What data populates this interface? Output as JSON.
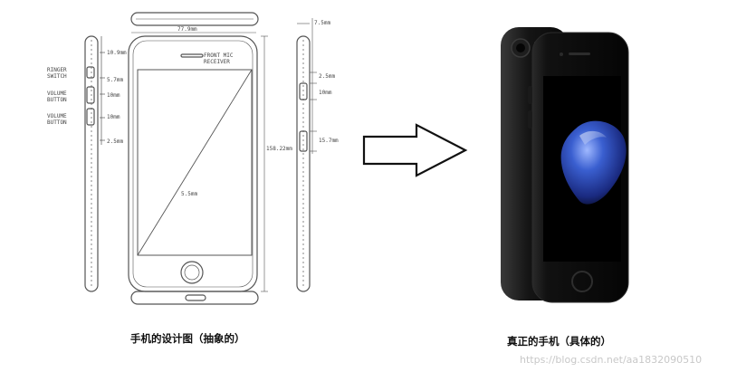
{
  "blueprint": {
    "dimensions": {
      "width": "77.9mm",
      "thickness": "7.5mm",
      "height": "158.22mm",
      "screen": "5.5mm",
      "top_offset": "10.9mm",
      "side_a": "5.7mm",
      "vol_up": "10mm",
      "vol_down": "10mm",
      "lower": "2.5mm",
      "right_top": "2.5mm",
      "right_mid": "10mm",
      "right_low": "15.7mm"
    },
    "labels": {
      "ringer": "RINGER",
      "switch": "SWITCH",
      "volume_1": "VOLUME",
      "button_1": "BUTTON",
      "volume_2": "VOLUME",
      "button_2": "BUTTON",
      "front_mic_1": "FRONT MIC",
      "front_mic_2": "RECEIVER"
    }
  },
  "captions": {
    "left": "手机的设计图（抽象的）",
    "right": "真正的手机（具体的）"
  },
  "watermark": "https://blog.csdn.net/aa1832090510",
  "colors": {
    "line": "#555555",
    "phone_body": "#0d0d0d",
    "drop": "#3a5fd0"
  }
}
